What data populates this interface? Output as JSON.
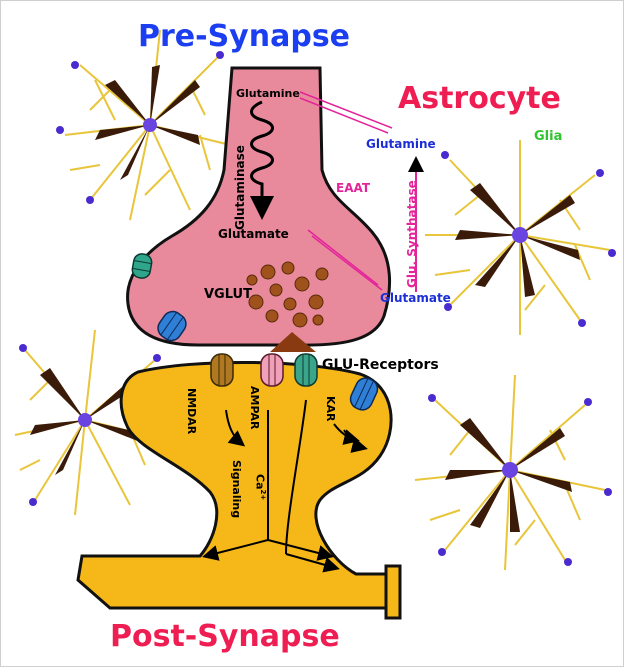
{
  "labels": {
    "pre_synapse": "Pre-Synapse",
    "astrocyte": "Astrocyte",
    "post_synapse": "Post-Synapse",
    "glutamine_pre": "Glutamine",
    "glutamine_astro": "Glutamine",
    "glia": "Glia",
    "eaat": "EAAT",
    "glutaminase": "Glutaminase",
    "glu_synthatase": "Glu. Synthatase",
    "glutamate_pre": "Glutamate",
    "glutamate_astro": "Glutamate",
    "vglut": "VGLUT",
    "glu_receptors": "GLU-Receptors",
    "nmdar": "NMDAR",
    "ampar": "AMPAR",
    "kar": "KAR",
    "signaling": "Signaling",
    "calcium": "Ca",
    "calcium_charge": "2+"
  },
  "colors": {
    "pre_synapse_title": "#1a3ef0",
    "astrocyte_title": "#ee1d52",
    "post_synapse_title": "#ee1d52",
    "terminal_fill": "#e88a9b",
    "post_fill": "#f5b818",
    "vesicle": "#a0521d",
    "glia_text": "#2ec52e",
    "enzyme_text": "#e3249a",
    "astro_metabolite_text": "#1c2fd6",
    "astrocyte_body": "#3a1a08",
    "astrocyte_process": "#e8c53a",
    "astrocyte_nucleus": "#4a2bd0"
  }
}
